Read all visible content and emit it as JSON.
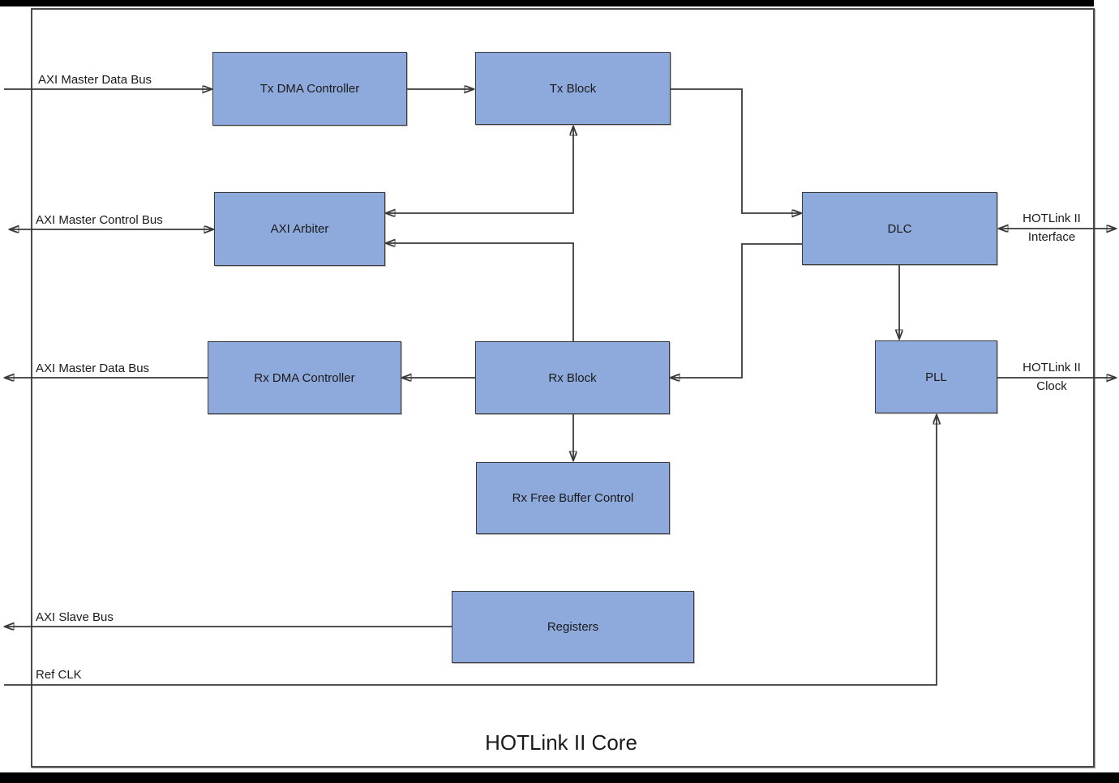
{
  "diagram": {
    "title": "HOTLink II Core",
    "blocks": {
      "tx_dma": "Tx DMA Controller",
      "tx_block": "Tx Block",
      "axi_arbiter": "AXI Arbiter",
      "dlc": "DLC",
      "rx_dma": "Rx DMA Controller",
      "rx_block": "Rx Block",
      "pll": "PLL",
      "rx_free_buffer": "Rx Free Buffer Control",
      "registers": "Registers"
    },
    "bus_labels": {
      "axi_master_data_top": "AXI Master Data Bus",
      "axi_master_control": "AXI Master Control Bus",
      "axi_master_data_bottom": "AXI Master Data Bus",
      "axi_slave": "AXI Slave Bus",
      "ref_clk": "Ref CLK",
      "hotlink_interface_line1": "HOTLink II",
      "hotlink_interface_line2": "Interface",
      "hotlink_clock_line1": "HOTLink II",
      "hotlink_clock_line2": "Clock"
    },
    "colors": {
      "block_fill": "#8EA9DB",
      "block_border": "#3a3a3a",
      "line": "#3a3a3a",
      "outer_border": "#4a4a4a"
    }
  }
}
